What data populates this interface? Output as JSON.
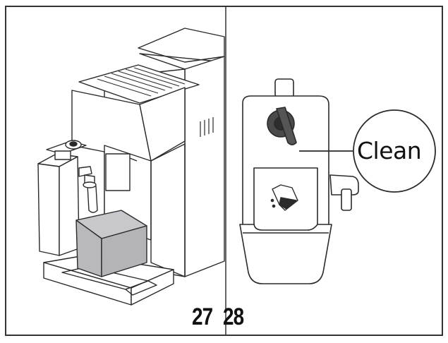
{
  "figures": [
    {
      "number": "27",
      "subject": "espresso-machine-with-milk-jug"
    },
    {
      "number": "28",
      "subject": "milk-jug-cleaning-knob"
    }
  ],
  "callout": {
    "label": "Clean"
  },
  "colors": {
    "line": "#2a2a2a",
    "frame": "#333333",
    "tray_fill": "#b9b9bd",
    "knob_fill": "#4a4a4a",
    "background": "#ffffff"
  }
}
